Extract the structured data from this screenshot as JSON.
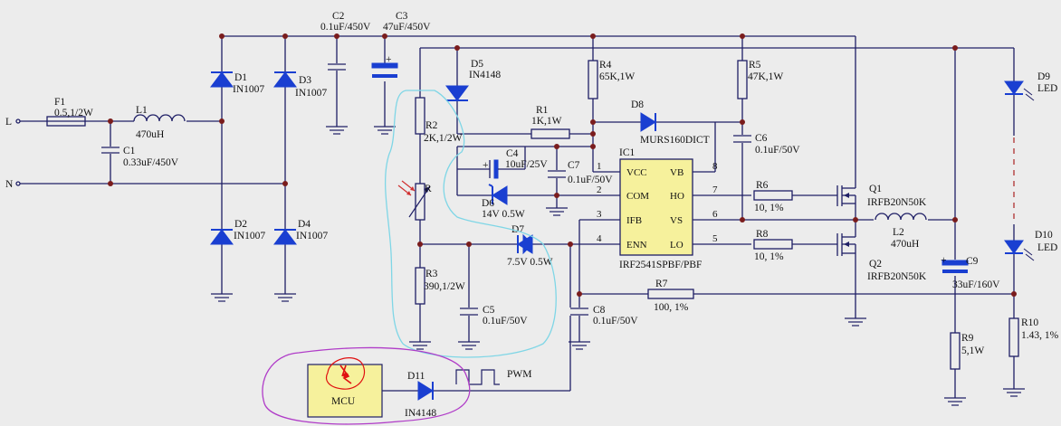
{
  "nets": {
    "line_label": "L",
    "neutral_label": "N",
    "pwm_label": "PWM"
  },
  "components": {
    "F1": {
      "ref": "F1",
      "value": "0.5,1/2W"
    },
    "L1": {
      "ref": "L1",
      "value": "470uH"
    },
    "C1": {
      "ref": "C1",
      "value": "0.33uF/450V"
    },
    "C2": {
      "ref": "C2",
      "value": "0.1uF/450V"
    },
    "C3": {
      "ref": "C3",
      "value": "47uF/450V"
    },
    "D1": {
      "ref": "D1",
      "value": "IN1007"
    },
    "D2": {
      "ref": "D2",
      "value": "IN1007"
    },
    "D3": {
      "ref": "D3",
      "value": "IN1007"
    },
    "D4": {
      "ref": "D4",
      "value": "IN1007"
    },
    "D5": {
      "ref": "D5",
      "value": "IN4148"
    },
    "R2": {
      "ref": "R2",
      "value": "2K,1/2W"
    },
    "R": {
      "ref": "R"
    },
    "R3": {
      "ref": "R3",
      "value": "390,1/2W"
    },
    "R1": {
      "ref": "R1",
      "value": "1K,1W"
    },
    "C4": {
      "ref": "C4",
      "value": "10uF/25V"
    },
    "C7": {
      "ref": "C7",
      "value": "0.1uF/50V"
    },
    "D6": {
      "ref": "D6",
      "value": "14V 0.5W"
    },
    "D7": {
      "ref": "D7",
      "value": "7.5V 0.5W"
    },
    "C5": {
      "ref": "C5",
      "value": "0.1uF/50V"
    },
    "C8": {
      "ref": "C8",
      "value": "0.1uF/50V"
    },
    "R4": {
      "ref": "R4",
      "value": "65K,1W"
    },
    "R5": {
      "ref": "R5",
      "value": "47K,1W"
    },
    "D8": {
      "ref": "D8",
      "value": "MURS160DICT"
    },
    "C6": {
      "ref": "C6",
      "value": "0.1uF/50V"
    },
    "R6": {
      "ref": "R6",
      "value": "10, 1%"
    },
    "R8": {
      "ref": "R8",
      "value": "10, 1%"
    },
    "R7": {
      "ref": "R7",
      "value": "100, 1%"
    },
    "Q1": {
      "ref": "Q1",
      "value": "IRFB20N50K"
    },
    "Q2": {
      "ref": "Q2",
      "value": "IRFB20N50K"
    },
    "L2": {
      "ref": "L2",
      "value": "470uH"
    },
    "C9": {
      "ref": "C9",
      "value": "33uF/160V"
    },
    "R9": {
      "ref": "R9",
      "value": "5,1W"
    },
    "R10": {
      "ref": "R10",
      "value": "1.43, 1%"
    },
    "D9": {
      "ref": "D9",
      "value": "LED"
    },
    "D10": {
      "ref": "D10",
      "value": "LED"
    },
    "D11": {
      "ref": "D11",
      "value": "IN4148"
    }
  },
  "ic1": {
    "ref": "IC1",
    "part": "IRF2541SPBF/PBF",
    "left_pins": [
      {
        "num": "1",
        "name": "VCC"
      },
      {
        "num": "2",
        "name": "COM"
      },
      {
        "num": "3",
        "name": "IFB"
      },
      {
        "num": "4",
        "name": "ENN"
      }
    ],
    "right_pins": [
      {
        "num": "8",
        "name": "VB"
      },
      {
        "num": "7",
        "name": "HO"
      },
      {
        "num": "6",
        "name": "VS"
      },
      {
        "num": "5",
        "name": "LO"
      }
    ]
  },
  "mcu": {
    "label": "MCU"
  },
  "colors": {
    "wire": "#1f1f66",
    "component": "#1a3fd1",
    "ic_fill": "#f6f19c",
    "annotation_cyan": "#7fd6e6",
    "annotation_purple": "#b03cc8",
    "annotation_red": "#e01010"
  }
}
